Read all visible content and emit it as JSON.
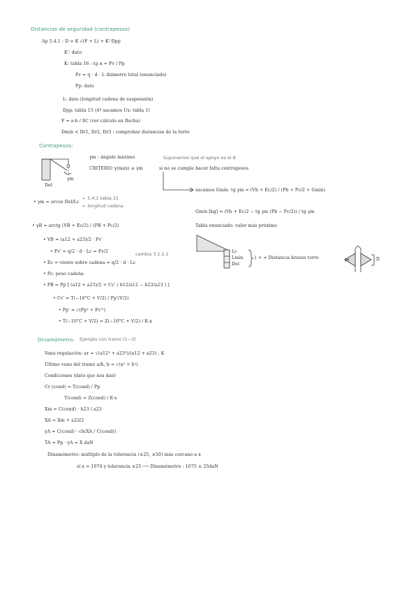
{
  "sec1": {
    "title": "Distancias de seguridad (contrapesos)",
    "l1": "Ap 5.4.1 :  D = K √(F + L) + K'·Dpp",
    "l2": "K': dato",
    "l3": "K: tabla 16  :  tg α = Fv / Pp",
    "l4": "Fv = q · d · L   diámetro total (enunciado)",
    "l5": "Pp: dato",
    "l6": "L: dato (longitud cadena de suspensión)",
    "l7": "Dpp: tabla 15 (4ª sacamos Us: tabla 1)",
    "l8": "F = a·b / 8C   (ver cálculo en flecha)",
    "l9": "Dmín < Dr1, Dr2, Dr3  : comprobar distancias de la torre"
  },
  "sec2": {
    "title": "Contrapesos:",
    "fig_label_del": "Del",
    "fig_label_gamma": "γm",
    "g1": "γm : ángulo máximo",
    "g2": "CRITERIO  γ(máx) ≤ γm",
    "note1": "Suponemos que el apoyo es el B",
    "note2": "si no se cumple hacer falta contrapesos",
    "sacamos": "sacamos Gmín: tg γm = (Vb + Ec/2) / (Pb + Pc/2 + Gmín)",
    "gmin": "Gmín [kg] = (Vb + Ec/2 − tg γm (Pb − Pc/2)) / tg γm",
    "tabla": "Tabla enunciado: valor más próximo",
    "f1": "• γm = arcos Del/Lc",
    "f1a": "← 5.4.1 tabla 15",
    "f1b": "← longitud cadena",
    "f2": "• γB = arctg (VB + Ec/2) / (PB + Pc/2)",
    "f3": "• VB = (a12 + a23)/2 · Fv'",
    "f4": "• Fv' = q/2 · d · Lc = Fv/2",
    "f4n": "cambia 3.1.2.2",
    "f5": "• Ec = viento sobre cadena = q/2 · d · Lc",
    "f6": "• Pc: peso cadena",
    "f7": "• PB = Pp [ (a12 + a23)/2 + Cv' ( h12/a12 − h23/a23 ) ]",
    "f8": "• Cv' = T(−10°C + V/2) / Pp'(V/2)",
    "f9": "• Pp' = √(Pp² + Fv'²)",
    "f10": "• T(−10°C + V/2) = Z(−10°C + V/2) / K·a",
    "fig2_lc": "Lc",
    "fig2_lmin": "Lmín",
    "fig2_del": "Del",
    "fig2_right": "} + <  Distancia brazos torre",
    "fig2_d": "D"
  },
  "sec3": {
    "title": "Dinamómetro:",
    "subtitle": "Ejemplo con tramo (1−3)",
    "l1": "Vano regulación: ar = √(a12³ + a23³)/(a12 + a23)  , K",
    "l2": "Último vano del tramo  a/h,  b = √(a² + h²)",
    "l3": "Condiciones (dato que nos dan)",
    "l4": "Cr (cond) = T(cond) / Pp",
    "l5": "T(cond) = Z(cond) / K·s",
    "l6": "Xm = C(cond) · h23 / a23",
    "l7": "XA = Xm + a23/2",
    "l8": "yA = C(cond) · ch(XA / C(cond))",
    "l9": "TA = Pp · yA = X daN",
    "l10": "Dinamómetro: múltiplo de la tolerancia (±25, ±50) más cercano a x",
    "l11": "si  x = 1074  y tolerancia ±25 ⟶ Dinamómetro : 1075 ± 25daN"
  }
}
